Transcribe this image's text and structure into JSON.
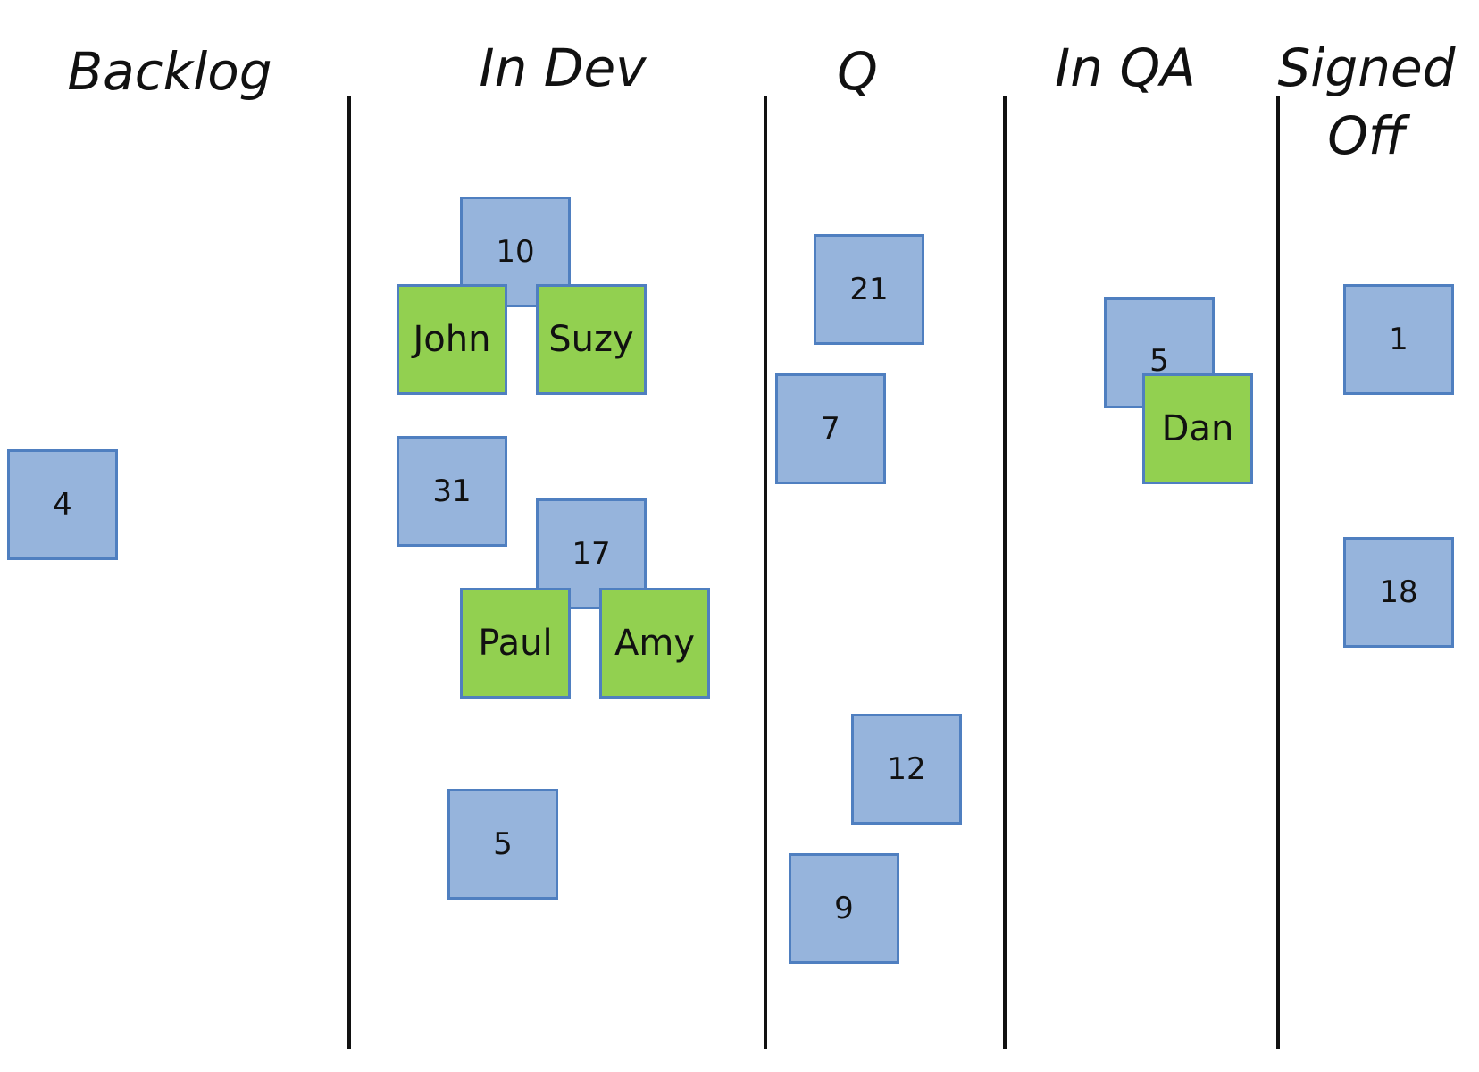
{
  "columns": [
    {
      "label": "Backlog"
    },
    {
      "label": "In Dev"
    },
    {
      "label": "Q"
    },
    {
      "label": "In QA"
    },
    {
      "label": "Signed\nOff"
    }
  ],
  "cards": {
    "backlog_4": "4",
    "dev_10": "10",
    "dev_john": "John",
    "dev_suzy": "Suzy",
    "dev_31": "31",
    "dev_17": "17",
    "dev_paul": "Paul",
    "dev_amy": "Amy",
    "dev_5": "5",
    "q_21": "21",
    "q_7": "7",
    "q_12": "12",
    "q_9": "9",
    "qa_5": "5",
    "qa_dan": "Dan",
    "signed_1": "1",
    "signed_18": "18"
  },
  "colors": {
    "task_card": "#96b4dc",
    "task_border": "#4f7fc0",
    "person_card": "#92d050",
    "divider": "#111111"
  }
}
